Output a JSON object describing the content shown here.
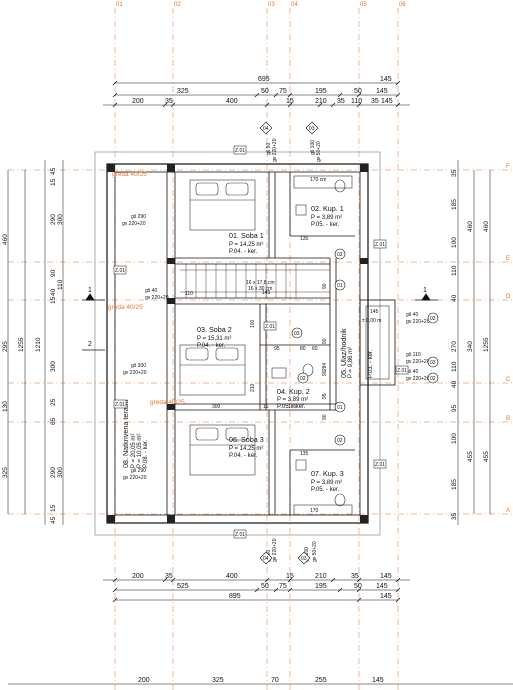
{
  "axes": {
    "columns": [
      "01",
      "02",
      "03",
      "04",
      "05",
      "06"
    ],
    "rows": [
      "F",
      "E",
      "D",
      "C",
      "B",
      "A"
    ]
  },
  "dims_top": {
    "overall": "695",
    "row1": [
      "325",
      "50",
      "75",
      "195",
      "50",
      "145"
    ],
    "row2": [
      "200",
      "35",
      "400",
      "15",
      "210",
      "35",
      "110",
      "35",
      "145"
    ]
  },
  "dims_bottom": {
    "row1": [
      "200",
      "35",
      "400",
      "15",
      "210",
      "35",
      "145"
    ],
    "row2": [
      "525",
      "50",
      "75",
      "195",
      "50",
      "145"
    ],
    "overall": "895",
    "extra": "145",
    "axis": [
      "200",
      "325",
      "70",
      "255",
      "145"
    ]
  },
  "dims_left": {
    "a": [
      "45",
      "15",
      "290",
      "90",
      "40",
      "15",
      "110",
      "300",
      "65",
      "25",
      "290",
      "15",
      "45"
    ],
    "b": [
      "300",
      "300"
    ],
    "c": [
      "460",
      "1210",
      "1255",
      "295",
      "130",
      "325"
    ]
  },
  "dims_right": {
    "a": [
      "35",
      "185",
      "100",
      "110",
      "40",
      "270",
      "110",
      "40",
      "95",
      "100",
      "185",
      "35"
    ],
    "b": [
      "460",
      "340",
      "455"
    ],
    "c": [
      "1255",
      "455"
    ]
  },
  "rooms": [
    {
      "name": "01. Soba 1",
      "area": "P = 14,25 m²",
      "floor": "P.04. - ker."
    },
    {
      "name": "02. Kup. 1",
      "area": "P = 3,89 m²",
      "floor": "P.05. - ker."
    },
    {
      "name": "03. Soba 2",
      "area": "P = 15,31 m²",
      "floor": "P.04. - ker."
    },
    {
      "name": "04. Kup. 2",
      "area": "P = 3,89 m²",
      "floor": "P.05. - ker."
    },
    {
      "name": "05. Ulaz/hodnik",
      "area": "P = 9,86 m²",
      "floor": "P.03. - ker."
    },
    {
      "name": "06. Soba 3",
      "area": "P = 14,25 m²",
      "floor": "P.04. - ker."
    },
    {
      "name": "07. Kup. 3",
      "area": "P = 3,89 m²",
      "floor": "P.05. - ker."
    },
    {
      "name": "08. Natkrivena terasa",
      "area": "P = 20,05 m²",
      "area2": "P = 10,05 m²",
      "floor": "P.08. - ker."
    }
  ],
  "beams": [
    "greda 40/25",
    "greda 40/25",
    "greda 40/25"
  ],
  "stairs": [
    "16 x 17,8 cm",
    "16 x 30 cm"
  ],
  "openings": {
    "w290a": "gš 290",
    "w220a": "gv 220+20",
    "w40a": "gš 40",
    "w220b": "gv 220+20",
    "w300": "gš 300",
    "w220c": "gv 220+20",
    "w290b": "gš 290",
    "w220d": "gv 220+20",
    "t50a": "gš 50",
    "t220a": "gv 220+20",
    "t100": "gš 100",
    "t50b": "gv 50+20",
    "b50a": "gš 50",
    "b220a": "gv 220+20",
    "b100": "gš 100",
    "b50b": "gv 50+20",
    "r40a": "gš 40",
    "r220a": "gv 220+20",
    "r110": "gš 110",
    "r220b": "gv 220+20",
    "r40b": "gš 40",
    "r220c": "gv 220+20"
  },
  "inner_dims": [
    "135",
    "135",
    "145",
    "110",
    "100",
    "80",
    "95",
    "90",
    "60",
    "210",
    "90",
    "300",
    "15",
    "185",
    "170 cm",
    "170",
    "95",
    "90",
    "284",
    "90",
    "145"
  ],
  "elev": "± 0,00 m",
  "circles": [
    "01",
    "02",
    "03",
    "04",
    "02",
    "01",
    "02",
    "04",
    "03"
  ],
  "tags": [
    "Z.01",
    "Z.01",
    "Z.01",
    "Z.01",
    "Z.01",
    "Z.01",
    "Z.01",
    "Z.01",
    "Z.01",
    "Z.01",
    "Z.01",
    "Z.01"
  ],
  "section": [
    "1",
    "1",
    "2"
  ]
}
